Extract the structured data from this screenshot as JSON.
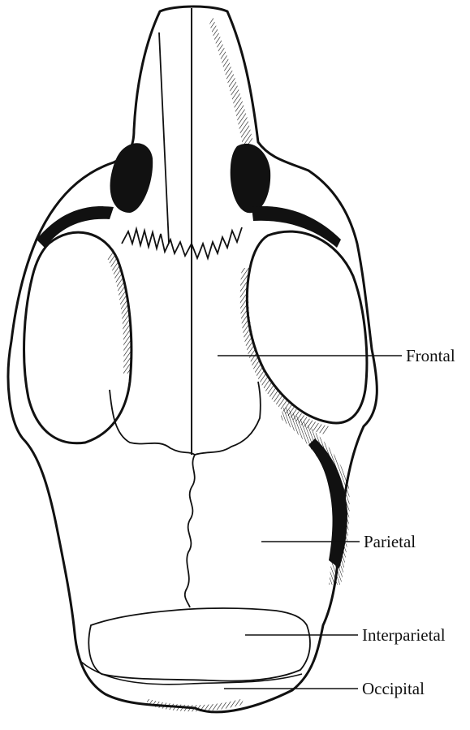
{
  "figure": {
    "labels": {
      "frontal": "Frontal",
      "parietal": "Parietal",
      "interparietal": "Interparietal",
      "occipital": "Occipital"
    },
    "colors": {
      "ink": "#111111",
      "background": "#ffffff"
    }
  }
}
